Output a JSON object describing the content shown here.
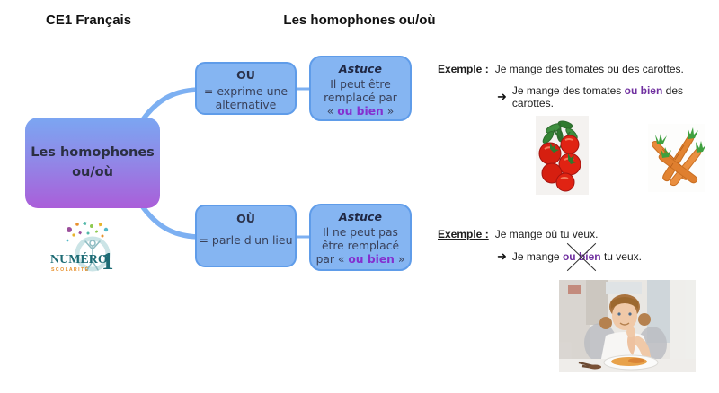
{
  "header": {
    "course_label": "CE1 Français",
    "page_title": "Les homophones ou/où"
  },
  "mindmap": {
    "root_line1": "Les homophones",
    "root_line2": "ou/où",
    "ou": {
      "term": "OU",
      "def_line1": "= exprime une",
      "def_line2": "alternative",
      "astuce_title": "Astuce",
      "astuce_line1": "Il peut être",
      "astuce_line2": "remplacé par",
      "astuce_prefix": "« ",
      "astuce_highlight": "ou bien",
      "astuce_suffix": " »"
    },
    "ou_grave": {
      "term": "OÙ",
      "def_line1": "= parle d'un lieu",
      "astuce_title": "Astuce",
      "astuce_line1": "Il ne peut pas",
      "astuce_line2": "être remplacé",
      "astuce_prefix": "par « ",
      "astuce_highlight": "ou bien",
      "astuce_suffix": " »"
    }
  },
  "examples": {
    "first": {
      "label": "Exemple :",
      "sentence": "Je mange des tomates ou des carottes.",
      "arrow": "➜",
      "result_before": "Je mange des tomates ",
      "result_highlight": "ou bien",
      "result_after": " des carottes."
    },
    "second": {
      "label": "Exemple :",
      "sentence": "Je mange où tu veux.",
      "arrow": "➜",
      "result_before": "Je mange ",
      "result_highlight": "ou bien",
      "result_after": " tu veux."
    }
  },
  "images": {
    "tomatoes": "tomatoes-clipart",
    "carrots": "carrots-clipart",
    "child": "child-eating-photo"
  },
  "logo": {
    "brand_caps": "NUMÉRO",
    "number": "1",
    "subtitle": "S C O L A R I T É"
  },
  "colors": {
    "node_fill": "#85b5f2",
    "node_border": "#5f9ce9",
    "connector": "#7db0f2",
    "root_gradient_top": "#7ba6f2",
    "root_gradient_bottom": "#aa5ed9",
    "astuce_accent_purple": "#8430cf",
    "example_accent_purple": "#7030a0",
    "logo_teal": "#1d6b74",
    "logo_orange": "#e8912d"
  }
}
